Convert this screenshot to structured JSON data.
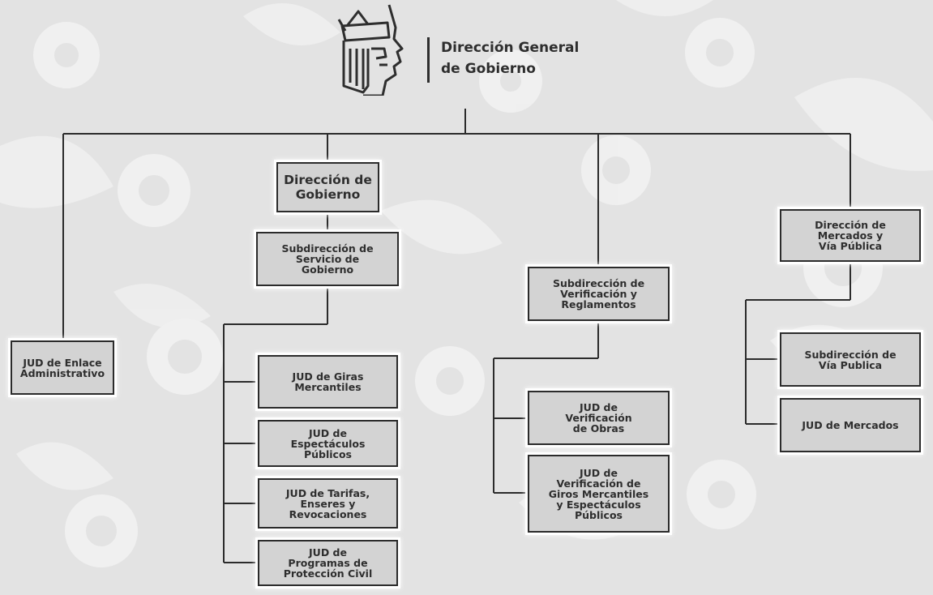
{
  "header": {
    "title": "Dirección General\nde Gobierno",
    "logo_icon": "aztec-head-logo"
  },
  "colors": {
    "background": "#e3e3e3",
    "box_fill": "#d3d3d3",
    "line": "#2b2b2b",
    "text": "#2e2e2e"
  },
  "nodes": {
    "jud_enlace": "JUD de Enlace\nAdministrativo",
    "dir_gobierno": "Dirección de\nGobierno",
    "sub_servicio": "Subdirección de\nServicio de\nGobierno",
    "jud_giras": "JUD de Giras\nMercantiles",
    "jud_espectaculos": "JUD de\nEspectáculos\nPúblicos",
    "jud_tarifas": "JUD de Tarifas,\nEnseres y\nRevocaciones",
    "jud_proteccion": "JUD de\nProgramas de\nProtección Civil",
    "sub_verificacion": "Subdirección de\nVerificación y\nReglamentos",
    "jud_obras": "JUD de\nVerificación\nde Obras",
    "jud_giros": "JUD de\nVerificación de\nGiros Mercantiles\ny Espectáculos\nPúblicos",
    "dir_mercados": "Dirección de\nMercados y\nVía Pública",
    "sub_via": "Subdirección de\nVía Publica",
    "jud_mercados": "JUD de Mercados"
  }
}
